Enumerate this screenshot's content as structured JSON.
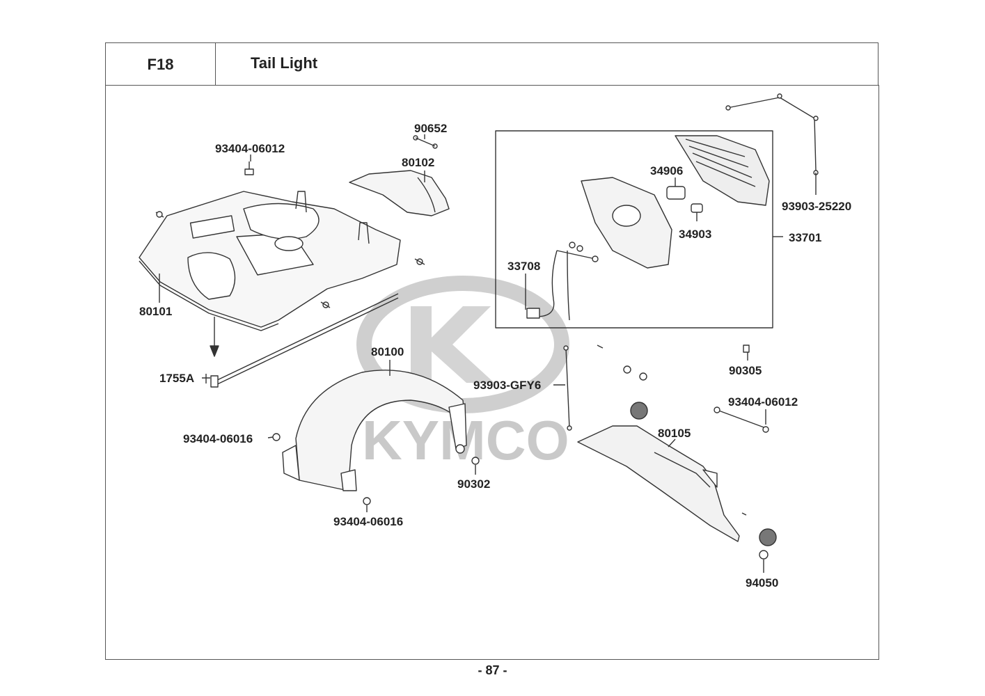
{
  "header": {
    "code": "F18",
    "title": "Tail Light"
  },
  "watermark": {
    "brand": "KYMCO"
  },
  "parts": {
    "p80101": "80101",
    "p80102": "80102",
    "p90652": "90652",
    "p93404_06012_a": "93404-06012",
    "p1755A": "1755A",
    "p80100": "80100",
    "p93404_06016_a": "93404-06016",
    "p93404_06016_b": "93404-06016",
    "p90302": "90302",
    "p34906": "34906",
    "p34903": "34903",
    "p33708": "33708",
    "p33701": "33701",
    "p93903_25220": "93903-25220",
    "p90305": "90305",
    "p93903_GFY6": "93903-GFY6",
    "p93404_06012_b": "93404-06012",
    "p80105": "80105",
    "p94050": "94050"
  },
  "footer": {
    "page": "- 87 -"
  },
  "colors": {
    "line": "#333333",
    "watermark": "#c9c9c9",
    "frame": "#555555"
  }
}
